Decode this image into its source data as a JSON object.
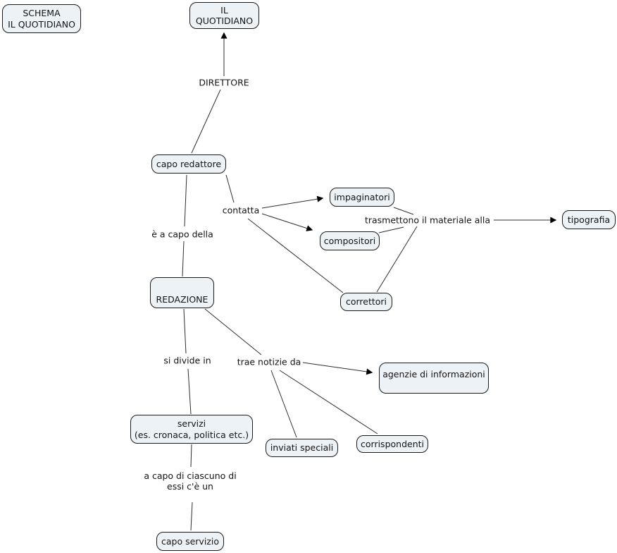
{
  "diagram": {
    "nodes": {
      "schema_title": {
        "line1": "SCHEMA",
        "line2": "IL QUOTIDIANO"
      },
      "il_quotidiano": {
        "line1": "IL",
        "line2": "QUOTIDIANO"
      },
      "capo_redattore": {
        "label": "capo redattore"
      },
      "impaginatori": {
        "label": "impaginatori"
      },
      "compositori": {
        "label": "compositori"
      },
      "tipografia": {
        "label": "tipografia"
      },
      "correttori": {
        "label": "correttori"
      },
      "redazione": {
        "label": "REDAZIONE"
      },
      "agenzie": {
        "label": "agenzie di informazioni"
      },
      "servizi": {
        "line1": "servizi",
        "line2": "(es. cronaca, politica etc.)"
      },
      "inviati_speciali": {
        "label": "inviati speciali"
      },
      "corrispondenti": {
        "label": "corrispondenti"
      },
      "capo_servizio": {
        "label": "capo servizio"
      }
    },
    "link_labels": {
      "direttore": "DIRETTORE",
      "contatta": "contatta",
      "e_a_capo_della": "è a capo della",
      "trasmettono": "trasmettono il materiale alla",
      "si_divide_in": "si divide in",
      "trae_notizie_da": "trae notizie da",
      "a_capo_line1": "a capo di ciascuno di",
      "a_capo_line2": "essi c'è un"
    },
    "colors": {
      "node_fill": "#edf2f7",
      "node_border": "#1b1b1b",
      "line": "#2e2e2e",
      "text": "#141414"
    }
  }
}
